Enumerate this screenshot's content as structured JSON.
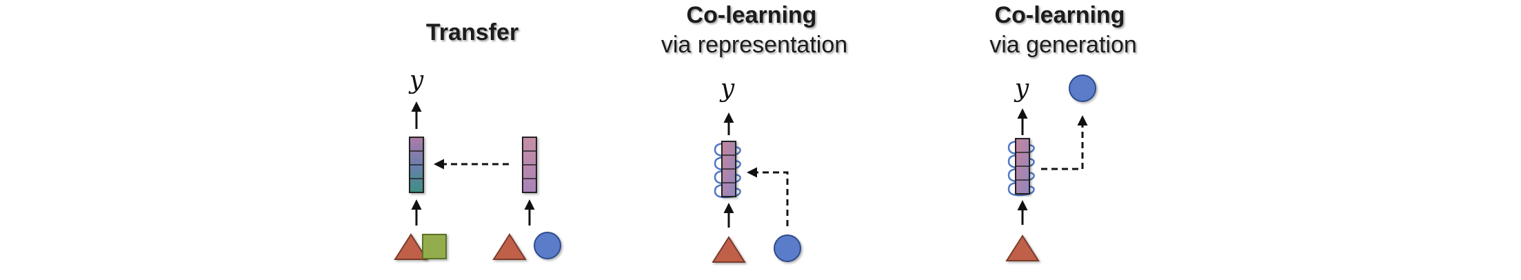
{
  "panels": [
    {
      "id": "transfer",
      "title": "Transfer",
      "subtitle": "",
      "output_label": "y"
    },
    {
      "id": "co-learning-representation",
      "title": "Co-learning",
      "subtitle": "via representation",
      "output_label": "y"
    },
    {
      "id": "co-learning-generation",
      "title": "Co-learning",
      "subtitle": "via generation",
      "output_label": "y"
    }
  ],
  "colors": {
    "triangle": "#c0604a",
    "square": "#93ad4d",
    "circle": "#5a7bc9",
    "spring": "#4f78c6",
    "text": "#1a1a1a"
  }
}
